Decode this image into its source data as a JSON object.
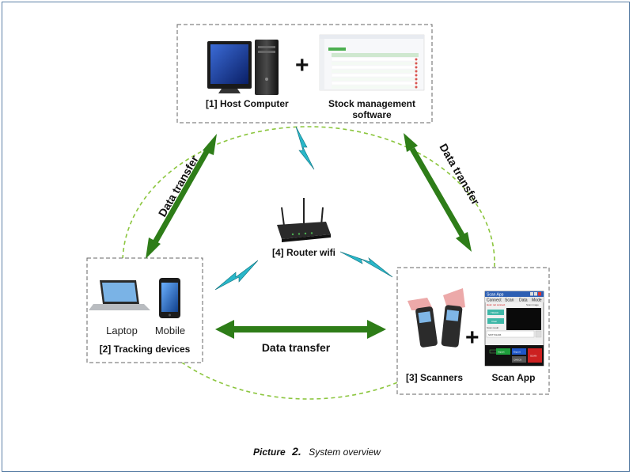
{
  "nodes": {
    "host_computer": {
      "label": "[1] Host Computer"
    },
    "stock_software": {
      "label_line1": "Stock management",
      "label_line2": "software"
    },
    "tracking": {
      "label": "[2] Tracking devices",
      "laptop_label": "Laptop",
      "mobile_label": "Mobile"
    },
    "scanners": {
      "label": "[3] Scanners",
      "app_label": "Scan App"
    },
    "router": {
      "label": "[4] Router wifi"
    }
  },
  "edges": {
    "left_label": "Data transfer",
    "right_label": "Data transfer",
    "bottom_label": "Data transfer"
  },
  "plus_sign": "+",
  "caption": {
    "prefix": "Picture",
    "number": "2.",
    "text": "System overview"
  },
  "scan_app": {
    "title": "Scan App",
    "menu": [
      "Connect",
      "Scan",
      "Data",
      "Mode"
    ],
    "status": "Host: not connect",
    "scan_image_label": "Scan image",
    "track_button": "TRACK",
    "clear_button": "Clear",
    "scan_result_label": "Scan result",
    "scan_result_value": "SMT731206",
    "import_button": "Import",
    "export_button": "Export",
    "check_button": "CHECK",
    "scan_button": "SCAN"
  },
  "colors": {
    "arrow_green": "#2e7d18",
    "dashed_circle": "#8cc63f",
    "lightning": "#2ab7c9",
    "border": "#5b7fa6"
  }
}
